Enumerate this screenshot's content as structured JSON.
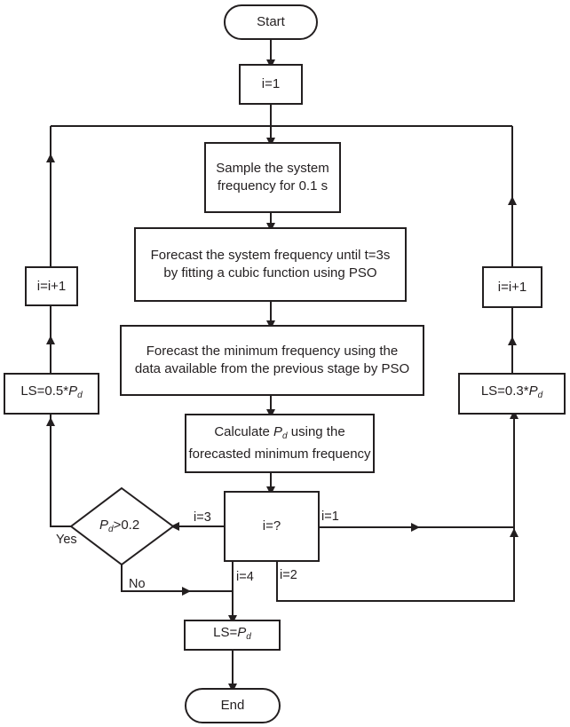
{
  "flowchart": {
    "start": "Start",
    "init": "i=1",
    "sample": {
      "line1": "Sample the system",
      "line2": "frequency for 0.1 s"
    },
    "forecast_freq": {
      "line1": "Forecast the system frequency until t=3s",
      "line2": "by fitting a cubic function using PSO"
    },
    "forecast_min": {
      "line1": "Forecast the minimum frequency using the",
      "line2": "data available from the previous stage by PSO"
    },
    "calculate": {
      "line1_pre": "Calculate ",
      "var": "P",
      "sub": "d",
      "line1_post": " using the",
      "line2": "forecasted minimum frequency"
    },
    "decision_i": "i=?",
    "decision_pd": {
      "var": "P",
      "sub": "d",
      "cond": ">0.2"
    },
    "left_increment": "i=i+1",
    "right_increment": "i=i+1",
    "ls_half": {
      "pre": "LS=0.5*",
      "var": "P",
      "sub": "d"
    },
    "ls_03": {
      "pre": "LS=0.3*",
      "var": "P",
      "sub": "d"
    },
    "ls_full": {
      "pre": "LS=",
      "var": "P",
      "sub": "d"
    },
    "end": "End",
    "edge_labels": {
      "i1": "i=1",
      "i2": "i=2",
      "i3": "i=3",
      "i4": "i=4",
      "yes": "Yes",
      "no": "No"
    }
  }
}
